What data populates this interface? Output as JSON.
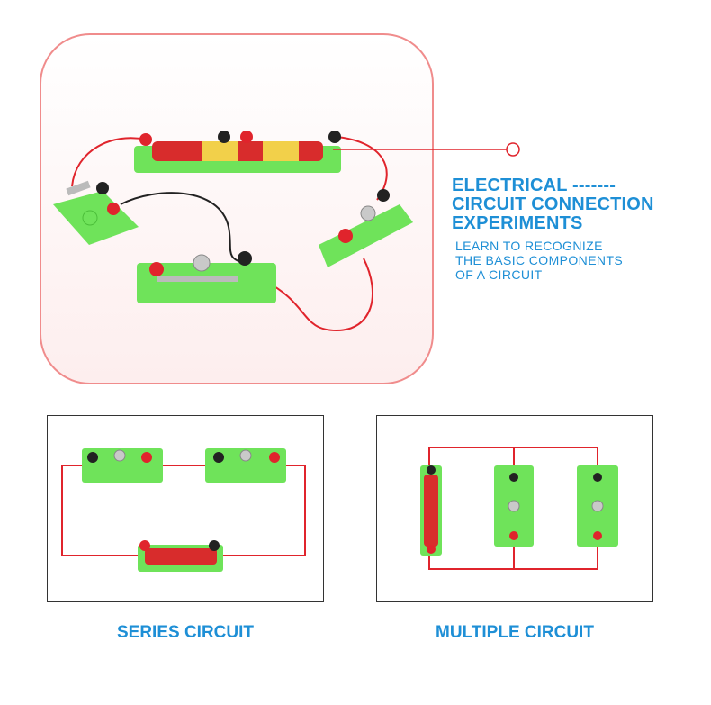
{
  "hero": {
    "title_lines": [
      "ELECTRICAL -------",
      "CIRCUIT CONNECTION",
      "EXPERIMENTS"
    ],
    "subtitle_lines": [
      "LEARN TO RECOGNIZE",
      "THE BASIC COMPONENTS",
      "OF A CIRCUIT"
    ]
  },
  "panels": {
    "series": {
      "caption": "SERIES CIRCUIT"
    },
    "multiple": {
      "caption": "MULTIPLE CIRCUIT"
    }
  },
  "colors": {
    "accent_blue": "#1e8fd6",
    "frame_pink": "#f08c8c",
    "board_green": "#6fe35a",
    "wire_red": "#e0242c"
  }
}
